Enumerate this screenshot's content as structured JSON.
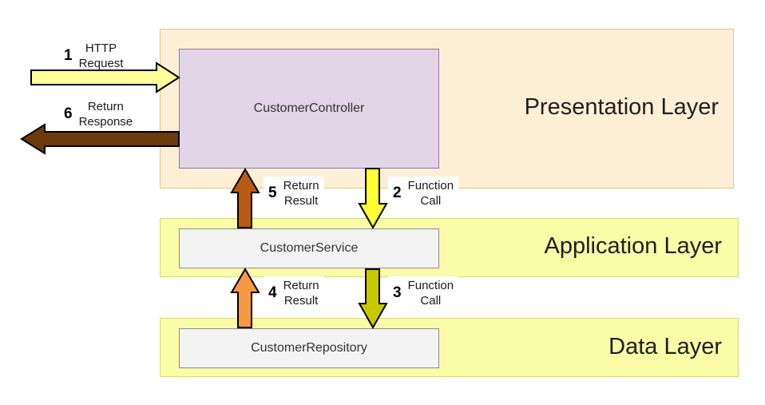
{
  "layers": {
    "presentation": "Presentation Layer",
    "application": "Application Layer",
    "data": "Data Layer"
  },
  "components": {
    "controller": "CustomerController",
    "service": "CustomerService",
    "repository": "CustomerRepository"
  },
  "steps": {
    "s1": {
      "num": "1",
      "text": "HTTP\nRequest"
    },
    "s2": {
      "num": "2",
      "text": "Function\nCall"
    },
    "s3": {
      "num": "3",
      "text": "Function\nCall"
    },
    "s4": {
      "num": "4",
      "text": "Return\nResult"
    },
    "s5": {
      "num": "5",
      "text": "Return\nResult"
    },
    "s6": {
      "num": "6",
      "text": "Return\nResponse"
    }
  },
  "colors": {
    "http_request": "#ffff99",
    "return_response": "#6b3a0d",
    "function_call_2": "#ffff33",
    "function_call_3": "#c8c800",
    "return_result_4": "#f59a42",
    "return_result_5": "#b85a14"
  }
}
